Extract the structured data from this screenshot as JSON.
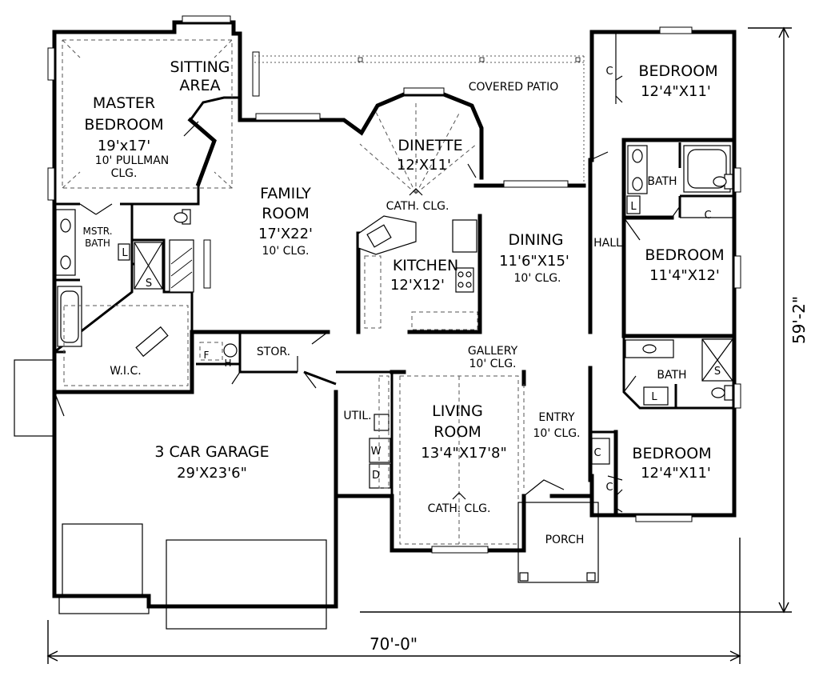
{
  "plan": {
    "master_bedroom": {
      "name": "MASTER BEDROOM",
      "line1": "MASTER",
      "line2": "BEDROOM",
      "size": "19'x17'",
      "ceiling1": "10' PULLMAN",
      "ceiling2": "CLG."
    },
    "sitting_area": {
      "line1": "SITTING",
      "line2": "AREA"
    },
    "covered_patio": {
      "label": "COVERED PATIO"
    },
    "family_room": {
      "line1": "FAMILY",
      "line2": "ROOM",
      "size": "17'X22'",
      "ceiling": "10' CLG."
    },
    "dinette": {
      "name": "DINETTE",
      "size": "12'X11'"
    },
    "cath_clg_dinette": {
      "label": "CATH. CLG."
    },
    "kitchen": {
      "name": "KITCHEN",
      "size": "12'X12'"
    },
    "dining": {
      "name": "DINING",
      "size": "11'6\"X15'",
      "ceiling": "10' CLG."
    },
    "hall": {
      "label": "HALL"
    },
    "bedroom_1": {
      "name": "BEDROOM",
      "size": "12'4\"X11'"
    },
    "bedroom_2": {
      "name": "BEDROOM",
      "size": "11'4\"X12'"
    },
    "bedroom_3": {
      "name": "BEDROOM",
      "size": "12'4\"X11'"
    },
    "bath_upper": {
      "label": "BATH"
    },
    "bath_lower": {
      "label": "BATH"
    },
    "master_bath": {
      "line1": "MSTR.",
      "line2": "BATH"
    },
    "wic": {
      "label": "W.I.C."
    },
    "stor": {
      "label": "STOR."
    },
    "fh": {
      "f": "F",
      "h": "H"
    },
    "gallery": {
      "label": "GALLERY",
      "ceiling": "10' CLG."
    },
    "util": {
      "label": "UTIL."
    },
    "wd": {
      "w": "W",
      "d": "D"
    },
    "living_room": {
      "line1": "LIVING",
      "line2": "ROOM",
      "size": "13'4\"X17'8\"",
      "ceiling": "CATH. CLG."
    },
    "entry": {
      "label": "ENTRY",
      "ceiling": "10' CLG."
    },
    "porch": {
      "label": "PORCH"
    },
    "garage": {
      "name": "3 CAR GARAGE",
      "size": "29'X23'6\""
    },
    "markers": {
      "closet": "C",
      "linen": "L",
      "shower": "S"
    }
  },
  "dimensions": {
    "width": "70'-0\"",
    "depth": "59'-2\""
  }
}
